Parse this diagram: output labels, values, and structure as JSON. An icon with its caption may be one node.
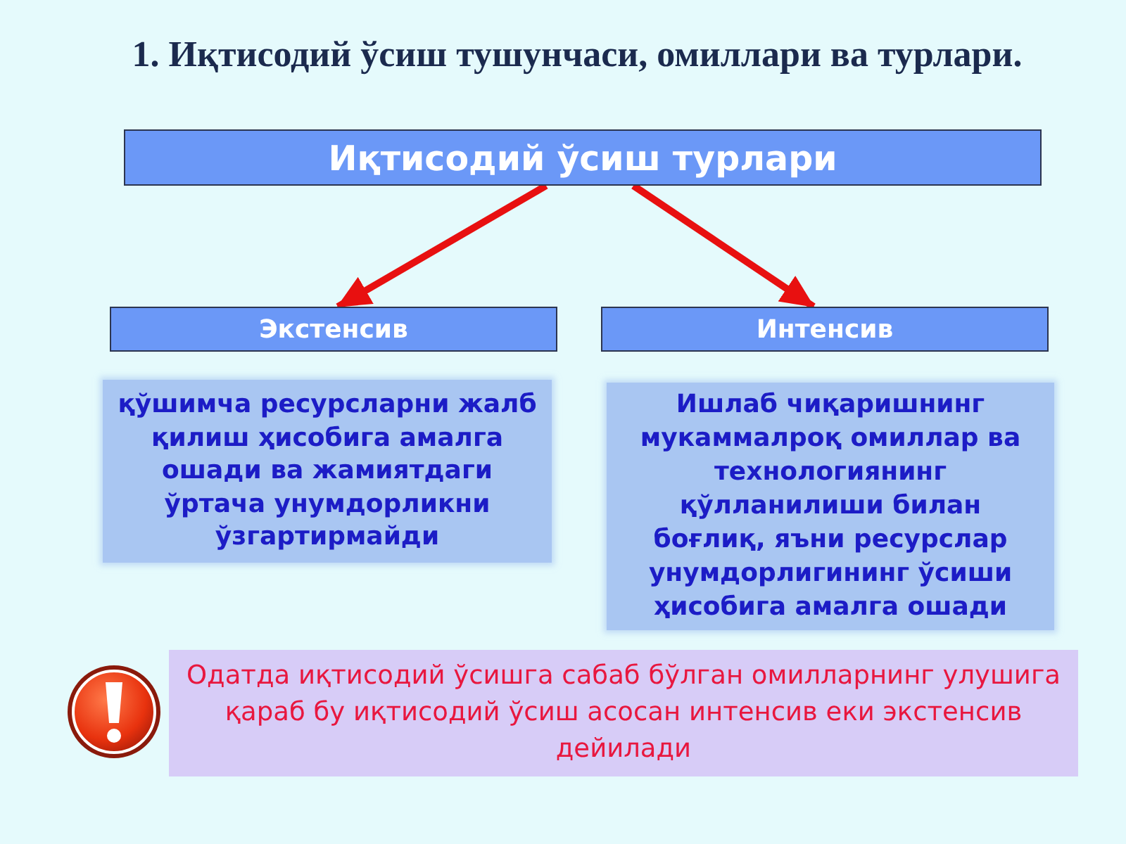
{
  "diagram": {
    "title": "1. Иқтисодий ўсиш тушунчаси, омиллари ва турлари.",
    "nodes": [
      {
        "text": [
          "Иқтисодий ўсиш турлари"
        ]
      },
      {
        "text": [
          "Экстенсив"
        ]
      },
      {
        "text": [
          "Интенсив"
        ]
      },
      {
        "text": [
          "қўшимча ресурсларни жалб қилиш ҳисобига амалга ошади ва жамиятдаги ўртача унумдорликни ўзгартирмайди"
        ]
      },
      {
        "text": [
          "Ишлаб чиқаришнинг мукаммалроқ омиллар ва технологиянинг қўлланилиши билан боғлиқ, яъни ресурслар унумдорлигининг ўсиши ҳисобига амалга ошади"
        ]
      },
      {
        "text": [
          "Одатда иқтисодий ўсишга сабаб бўлган омилларнинг улушига қараб бу иқтисодий ўсиш асосан интенсив еки экстенсив дейилади"
        ]
      }
    ],
    "edges": [
      {
        "from": 0,
        "to": 1,
        "arrow": "to"
      },
      {
        "from": 0,
        "to": 2,
        "arrow": "to"
      }
    ]
  }
}
